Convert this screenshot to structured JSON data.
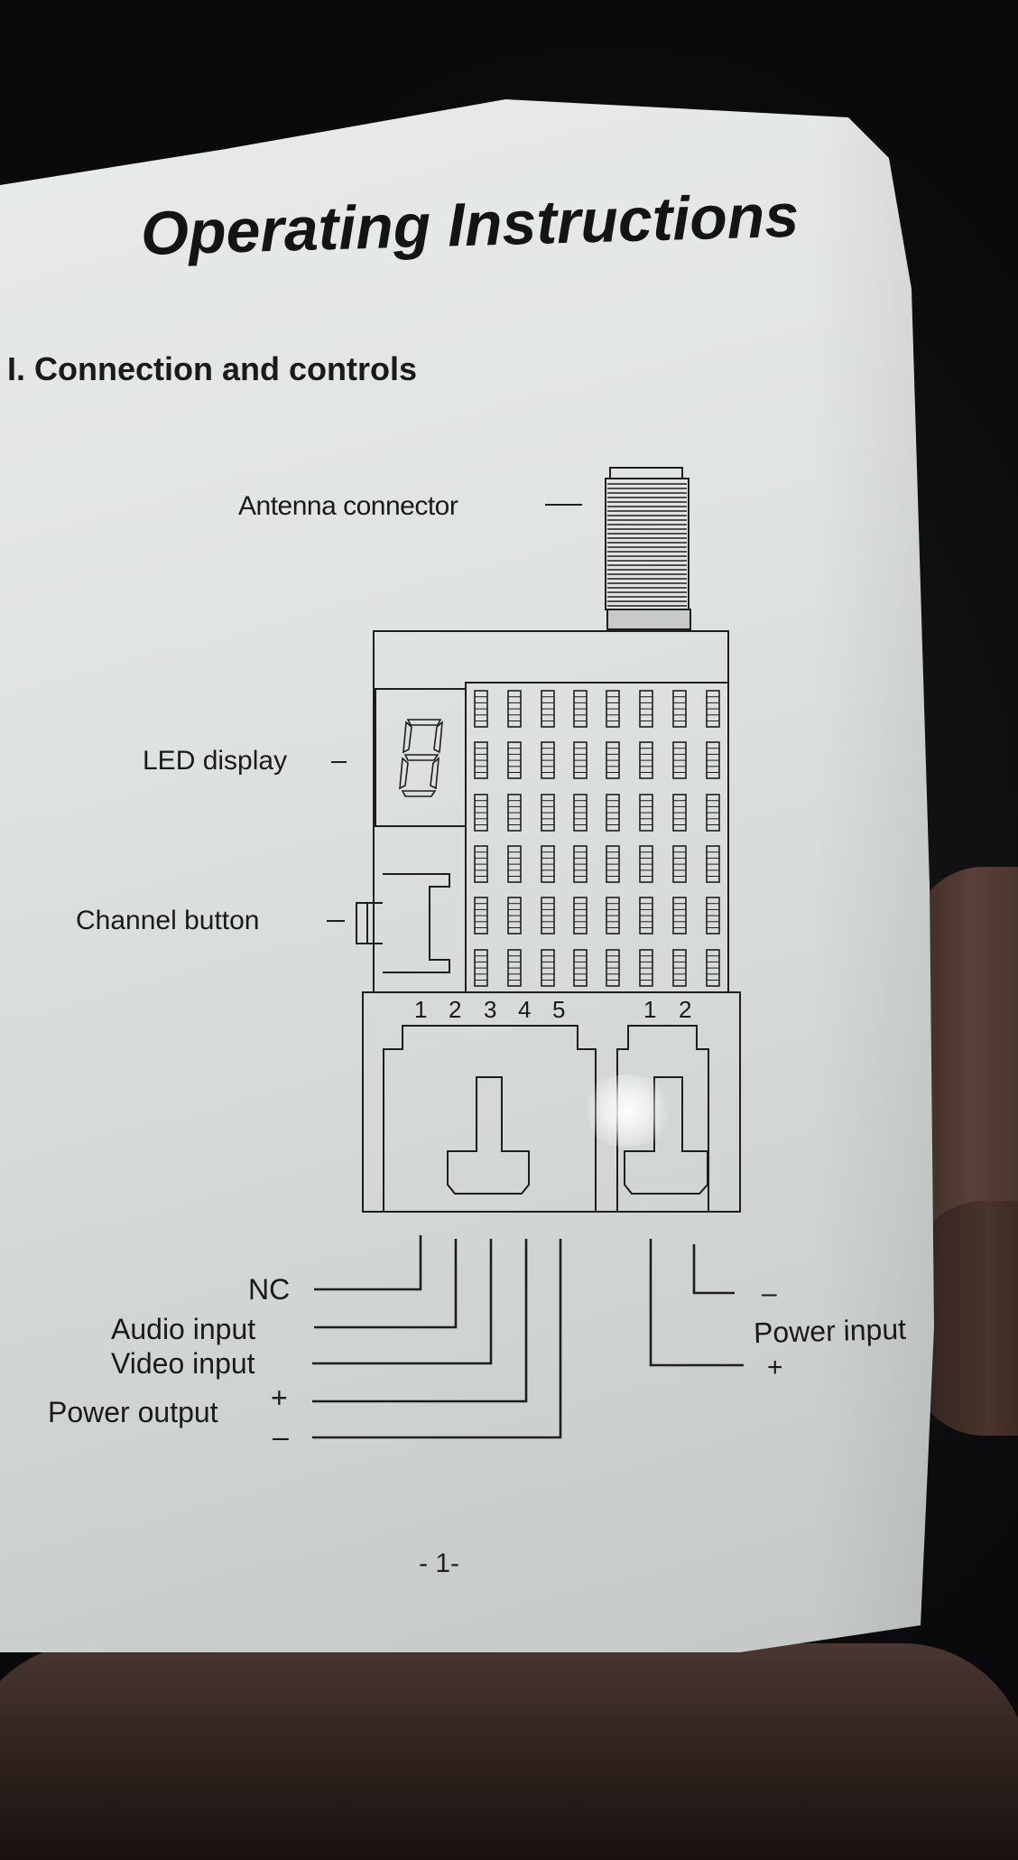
{
  "document": {
    "title": "Operating Instructions",
    "section_heading": "I. Connection and controls",
    "page_number": "- 1-"
  },
  "callouts": {
    "antenna": "Antenna connector",
    "led": "LED display",
    "channel": "Channel button"
  },
  "connector_left": {
    "pins": [
      "1",
      "2",
      "3",
      "4",
      "5"
    ],
    "labels": [
      "NC",
      "Audio input",
      "Video input",
      "Power output"
    ],
    "plus": "+",
    "minus": "–"
  },
  "connector_right": {
    "pins": [
      "1",
      "2"
    ],
    "label": "Power input",
    "minus": "–",
    "plus": "+"
  },
  "colors": {
    "paper": "#e2e6e4",
    "ink": "#1a1a1a"
  }
}
